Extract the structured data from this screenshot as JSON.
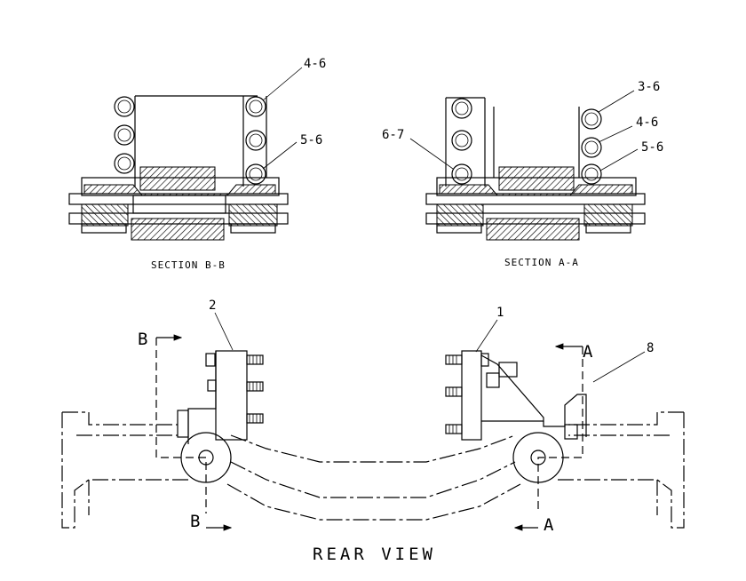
{
  "diagram": {
    "callouts": {
      "b_top": "4-6",
      "b_mid": "5-6",
      "a_left": "6-7",
      "a_top": "3-6",
      "a_mid": "4-6",
      "a_low": "5-6",
      "part1": "1",
      "part2": "2",
      "part8": "8"
    },
    "section_labels": {
      "section_b": "SECTION B-B",
      "section_a": "SECTION A-A"
    },
    "cut_markers": {
      "b_top": "B",
      "b_bottom": "B",
      "a_top": "A",
      "a_bottom": "A"
    },
    "view_title": "REAR VIEW"
  }
}
